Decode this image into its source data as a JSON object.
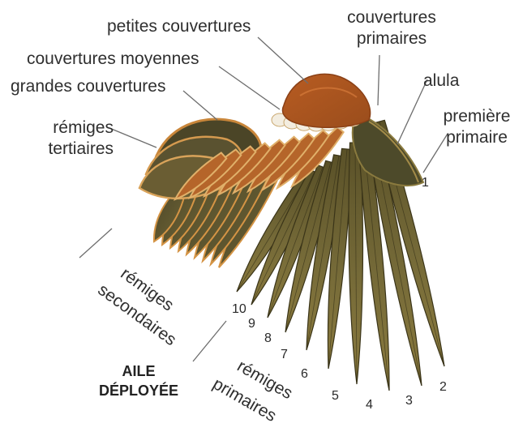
{
  "labels": {
    "petites_couvertures": "petites couvertures",
    "couvertures_primaires_1": "couvertures",
    "couvertures_primaires_2": "primaires",
    "couvertures_moyennes": "couvertures moyennes",
    "alula": "alula",
    "grandes_couvertures": "grandes couvertures",
    "premiere_primaire_1": "première",
    "premiere_primaire_2": "primaire",
    "remiges_tertiaires_1": "rémiges",
    "remiges_tertiaires_2": "tertiaires",
    "remiges_secondaires_1": "rémiges",
    "remiges_secondaires_2": "secondaires",
    "remiges_primaires_1": "rémiges",
    "remiges_primaires_2": "primaires"
  },
  "primary_numbers": [
    "1",
    "2",
    "3",
    "4",
    "5",
    "6",
    "7",
    "8",
    "9",
    "10"
  ],
  "title": {
    "line1": "AILE",
    "line2": "DÉPLOYÉE"
  },
  "colors": {
    "feather_dark": "#4a4526",
    "feather_olive": "#6b6236",
    "rufous": "#c2672a",
    "buff": "#d9a35a",
    "covert_white": "#f3ede0",
    "leader_line": "#6d6d6d"
  }
}
